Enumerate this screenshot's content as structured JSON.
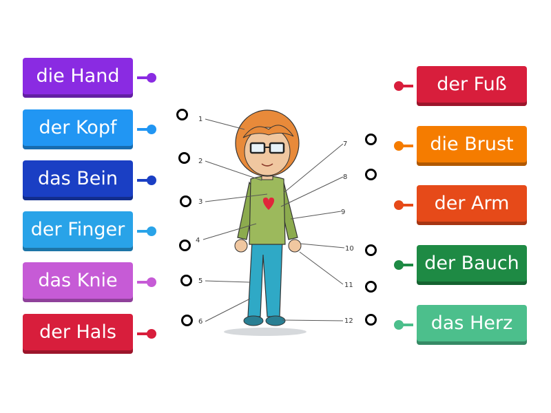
{
  "left_cards": [
    {
      "label": "die Hand",
      "color": "#8A2BE2"
    },
    {
      "label": "der Kopf",
      "color": "#2196F3"
    },
    {
      "label": "das Bein",
      "color": "#1A3FC4"
    },
    {
      "label": "der Finger",
      "color": "#29A3E8"
    },
    {
      "label": "das Knie",
      "color": "#C65BD6"
    },
    {
      "label": "der Hals",
      "color": "#D81E3C"
    }
  ],
  "right_cards": [
    {
      "label": "der Fuß",
      "color": "#D81E3C"
    },
    {
      "label": "die Brust",
      "color": "#F57C00"
    },
    {
      "label": "der Arm",
      "color": "#E64A19"
    },
    {
      "label": "der Bauch",
      "color": "#1E8A44"
    },
    {
      "label": "das Herz",
      "color": "#4CBF8C"
    }
  ],
  "figure_numbers": [
    "1",
    "2",
    "3",
    "4",
    "5",
    "6",
    "7",
    "8",
    "9",
    "10",
    "11",
    "12"
  ]
}
